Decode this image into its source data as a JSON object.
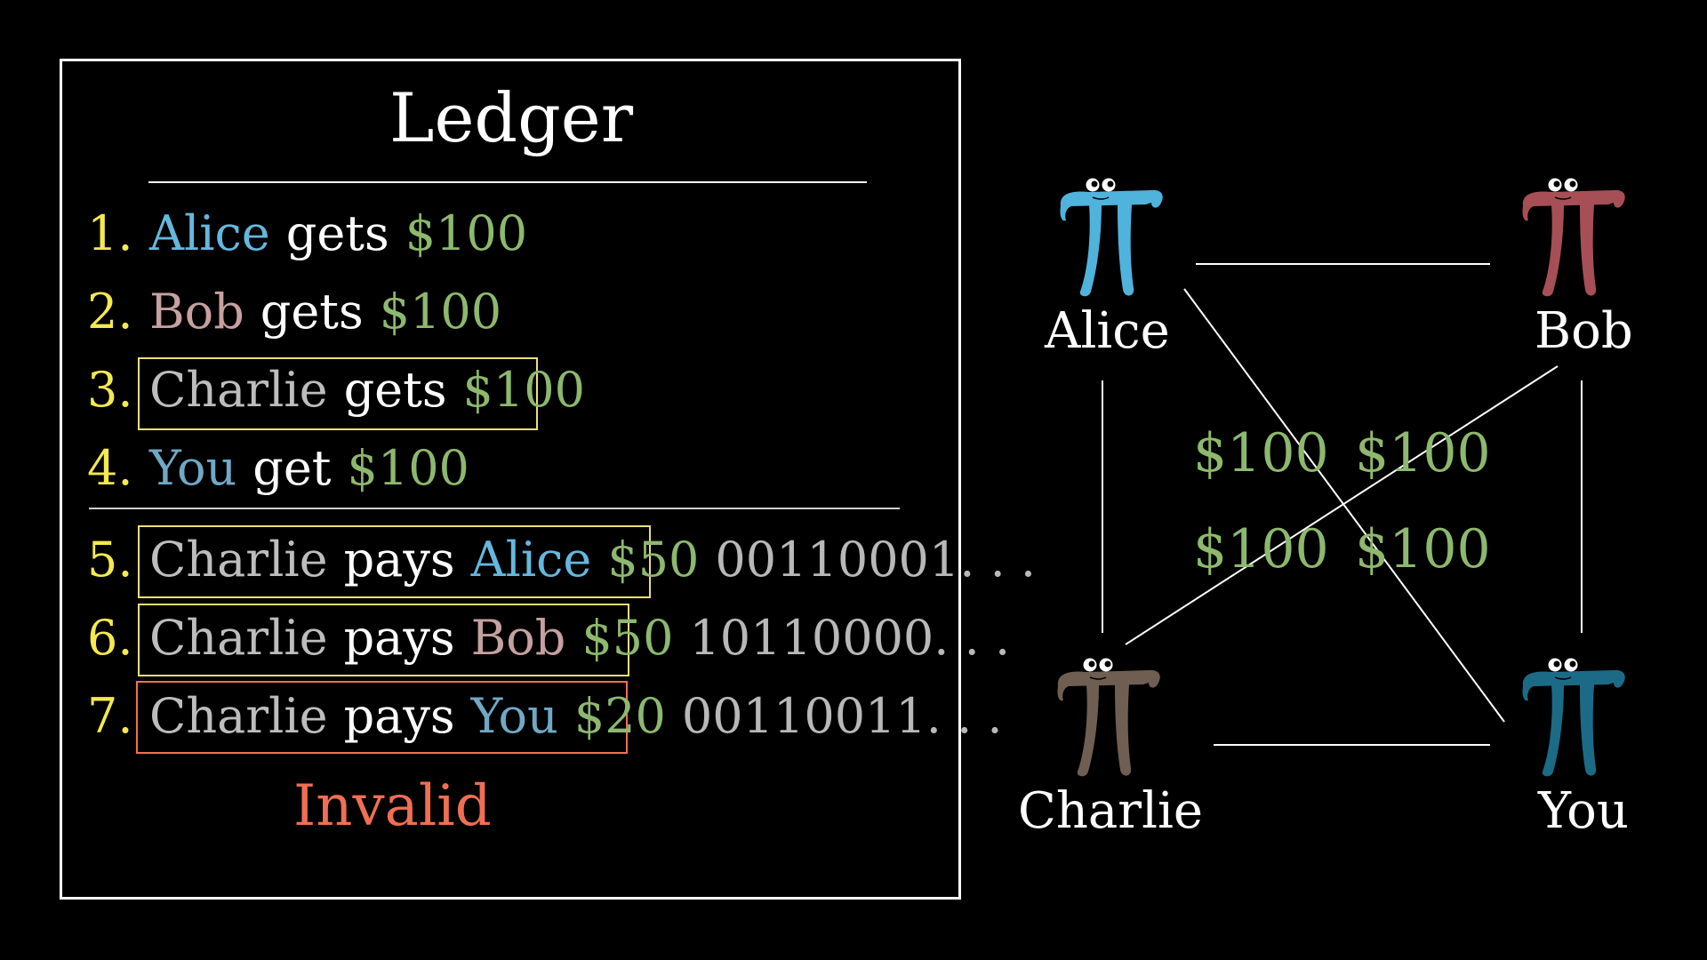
{
  "ledger": {
    "title": "Ledger",
    "entries": [
      {
        "n": "1.",
        "name": "Alice",
        "verb": "gets",
        "amt": "$100"
      },
      {
        "n": "2.",
        "name": "Bob",
        "verb": "gets",
        "amt": "$100"
      },
      {
        "n": "3.",
        "name": "Charlie",
        "verb": "gets",
        "amt": "$100"
      },
      {
        "n": "4.",
        "name": "You",
        "verb": "get",
        "amt": "$100"
      },
      {
        "n": "5.",
        "from": "Charlie",
        "verb": "pays",
        "to": "Alice",
        "amt": "$50",
        "bits": "00110001. . ."
      },
      {
        "n": "6.",
        "from": "Charlie",
        "verb": "pays",
        "to": "Bob",
        "amt": "$50",
        "bits": "10110000. . ."
      },
      {
        "n": "7.",
        "from": "Charlie",
        "verb": "pays",
        "to": "You",
        "amt": "$20",
        "bits": "00110011. . ."
      }
    ],
    "status": "Invalid"
  },
  "network": {
    "nodes": [
      {
        "name": "Alice",
        "color": "#4fb3dc"
      },
      {
        "name": "Bob",
        "color": "#a64f57"
      },
      {
        "name": "Charlie",
        "color": "#6f5e52"
      },
      {
        "name": "You",
        "color": "#1c6b86"
      }
    ],
    "balances": [
      "$100",
      "$100",
      "$100",
      "$100"
    ]
  },
  "colors": {
    "alice": "#64b8de",
    "bob": "#c7a0a0",
    "charlie": "#bdbdbd",
    "you": "#6fa9c6",
    "money": "#8db86e",
    "number": "#f4e94f",
    "invalid": "#f06f54",
    "boxYellow": "#e9e07a",
    "boxRed": "#f06f54"
  }
}
